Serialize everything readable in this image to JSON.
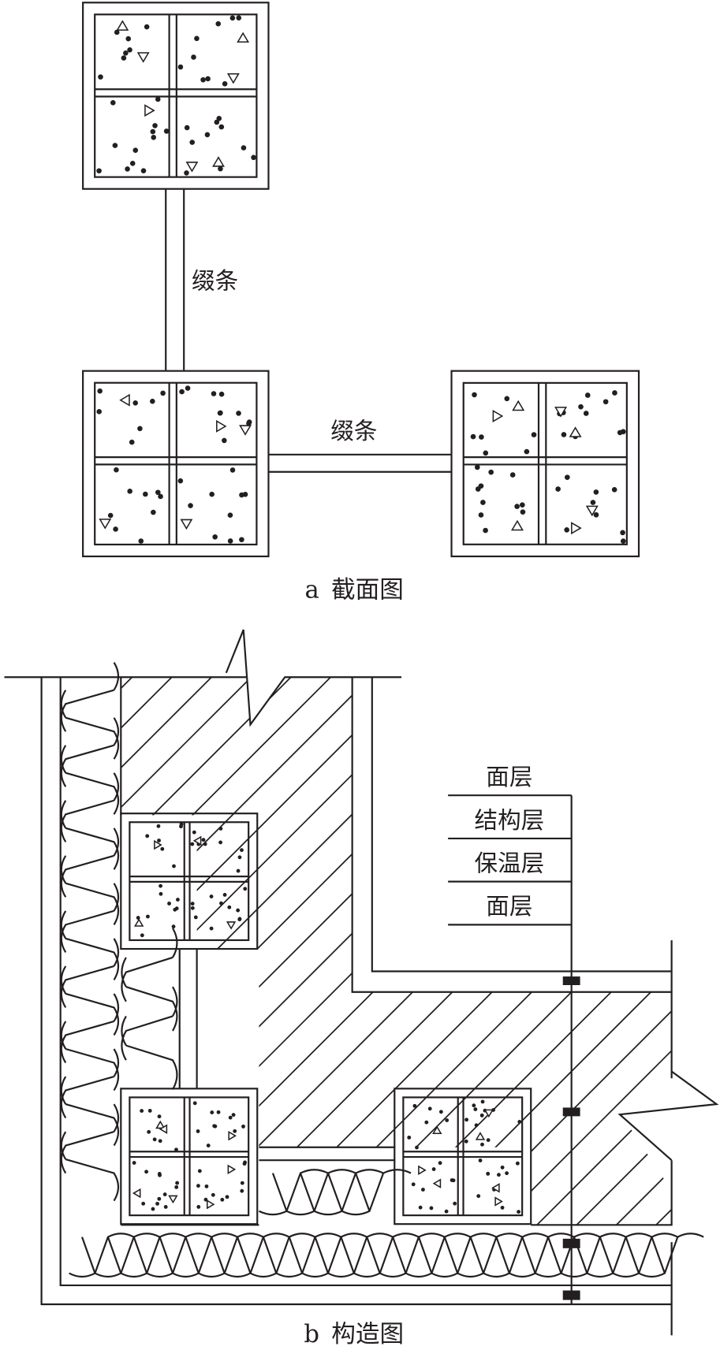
{
  "figure": {
    "part_a": {
      "caption_letter": "a",
      "caption_text": "截面图",
      "connector_label_vertical": "缀条",
      "connector_label_horizontal": "缀条",
      "components": [
        "top-column-section",
        "bottom-left-column-section",
        "bottom-right-column-section"
      ]
    },
    "part_b": {
      "caption_letter": "b",
      "caption_text": "构造图",
      "layers": [
        {
          "label": "面层"
        },
        {
          "label": "结构层"
        },
        {
          "label": "保温层"
        },
        {
          "label": "面层"
        }
      ]
    }
  }
}
